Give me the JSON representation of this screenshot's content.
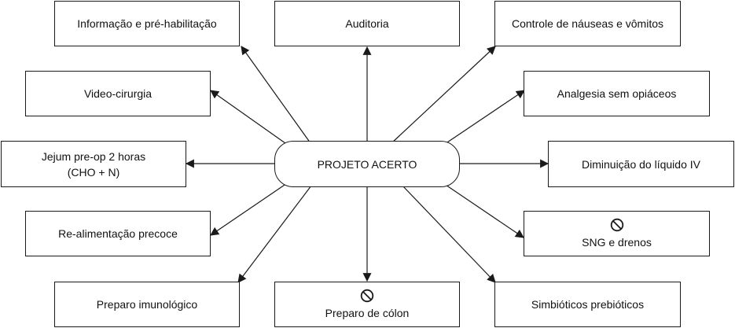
{
  "center": {
    "label": "PROJETO ACERTO"
  },
  "boxes": {
    "info_prehab": {
      "label": "Informação e pré-habilitação"
    },
    "auditoria": {
      "label": "Auditoria"
    },
    "nausea": {
      "label": "Controle de náuseas e vômitos"
    },
    "video": {
      "label": "Video-cirurgia"
    },
    "analgesia": {
      "label": "Analgesia sem opiáceos"
    },
    "jejum": {
      "line1": "Jejum pre-op 2 horas",
      "line2": "(CHO + N)"
    },
    "liquido": {
      "label": "Diminuição do líquido IV"
    },
    "realim": {
      "label": "Re-alimentação precoce"
    },
    "sng": {
      "label": "SNG e drenos",
      "icon": "prohibited-icon"
    },
    "imuno": {
      "label": "Preparo imunológico"
    },
    "colon": {
      "label": "Preparo de cólon",
      "icon": "prohibited-icon"
    },
    "simbio": {
      "label": "Simbióticos prebióticos"
    }
  },
  "colors": {
    "stroke": "#1a1a1a",
    "background": "#ffffff"
  }
}
